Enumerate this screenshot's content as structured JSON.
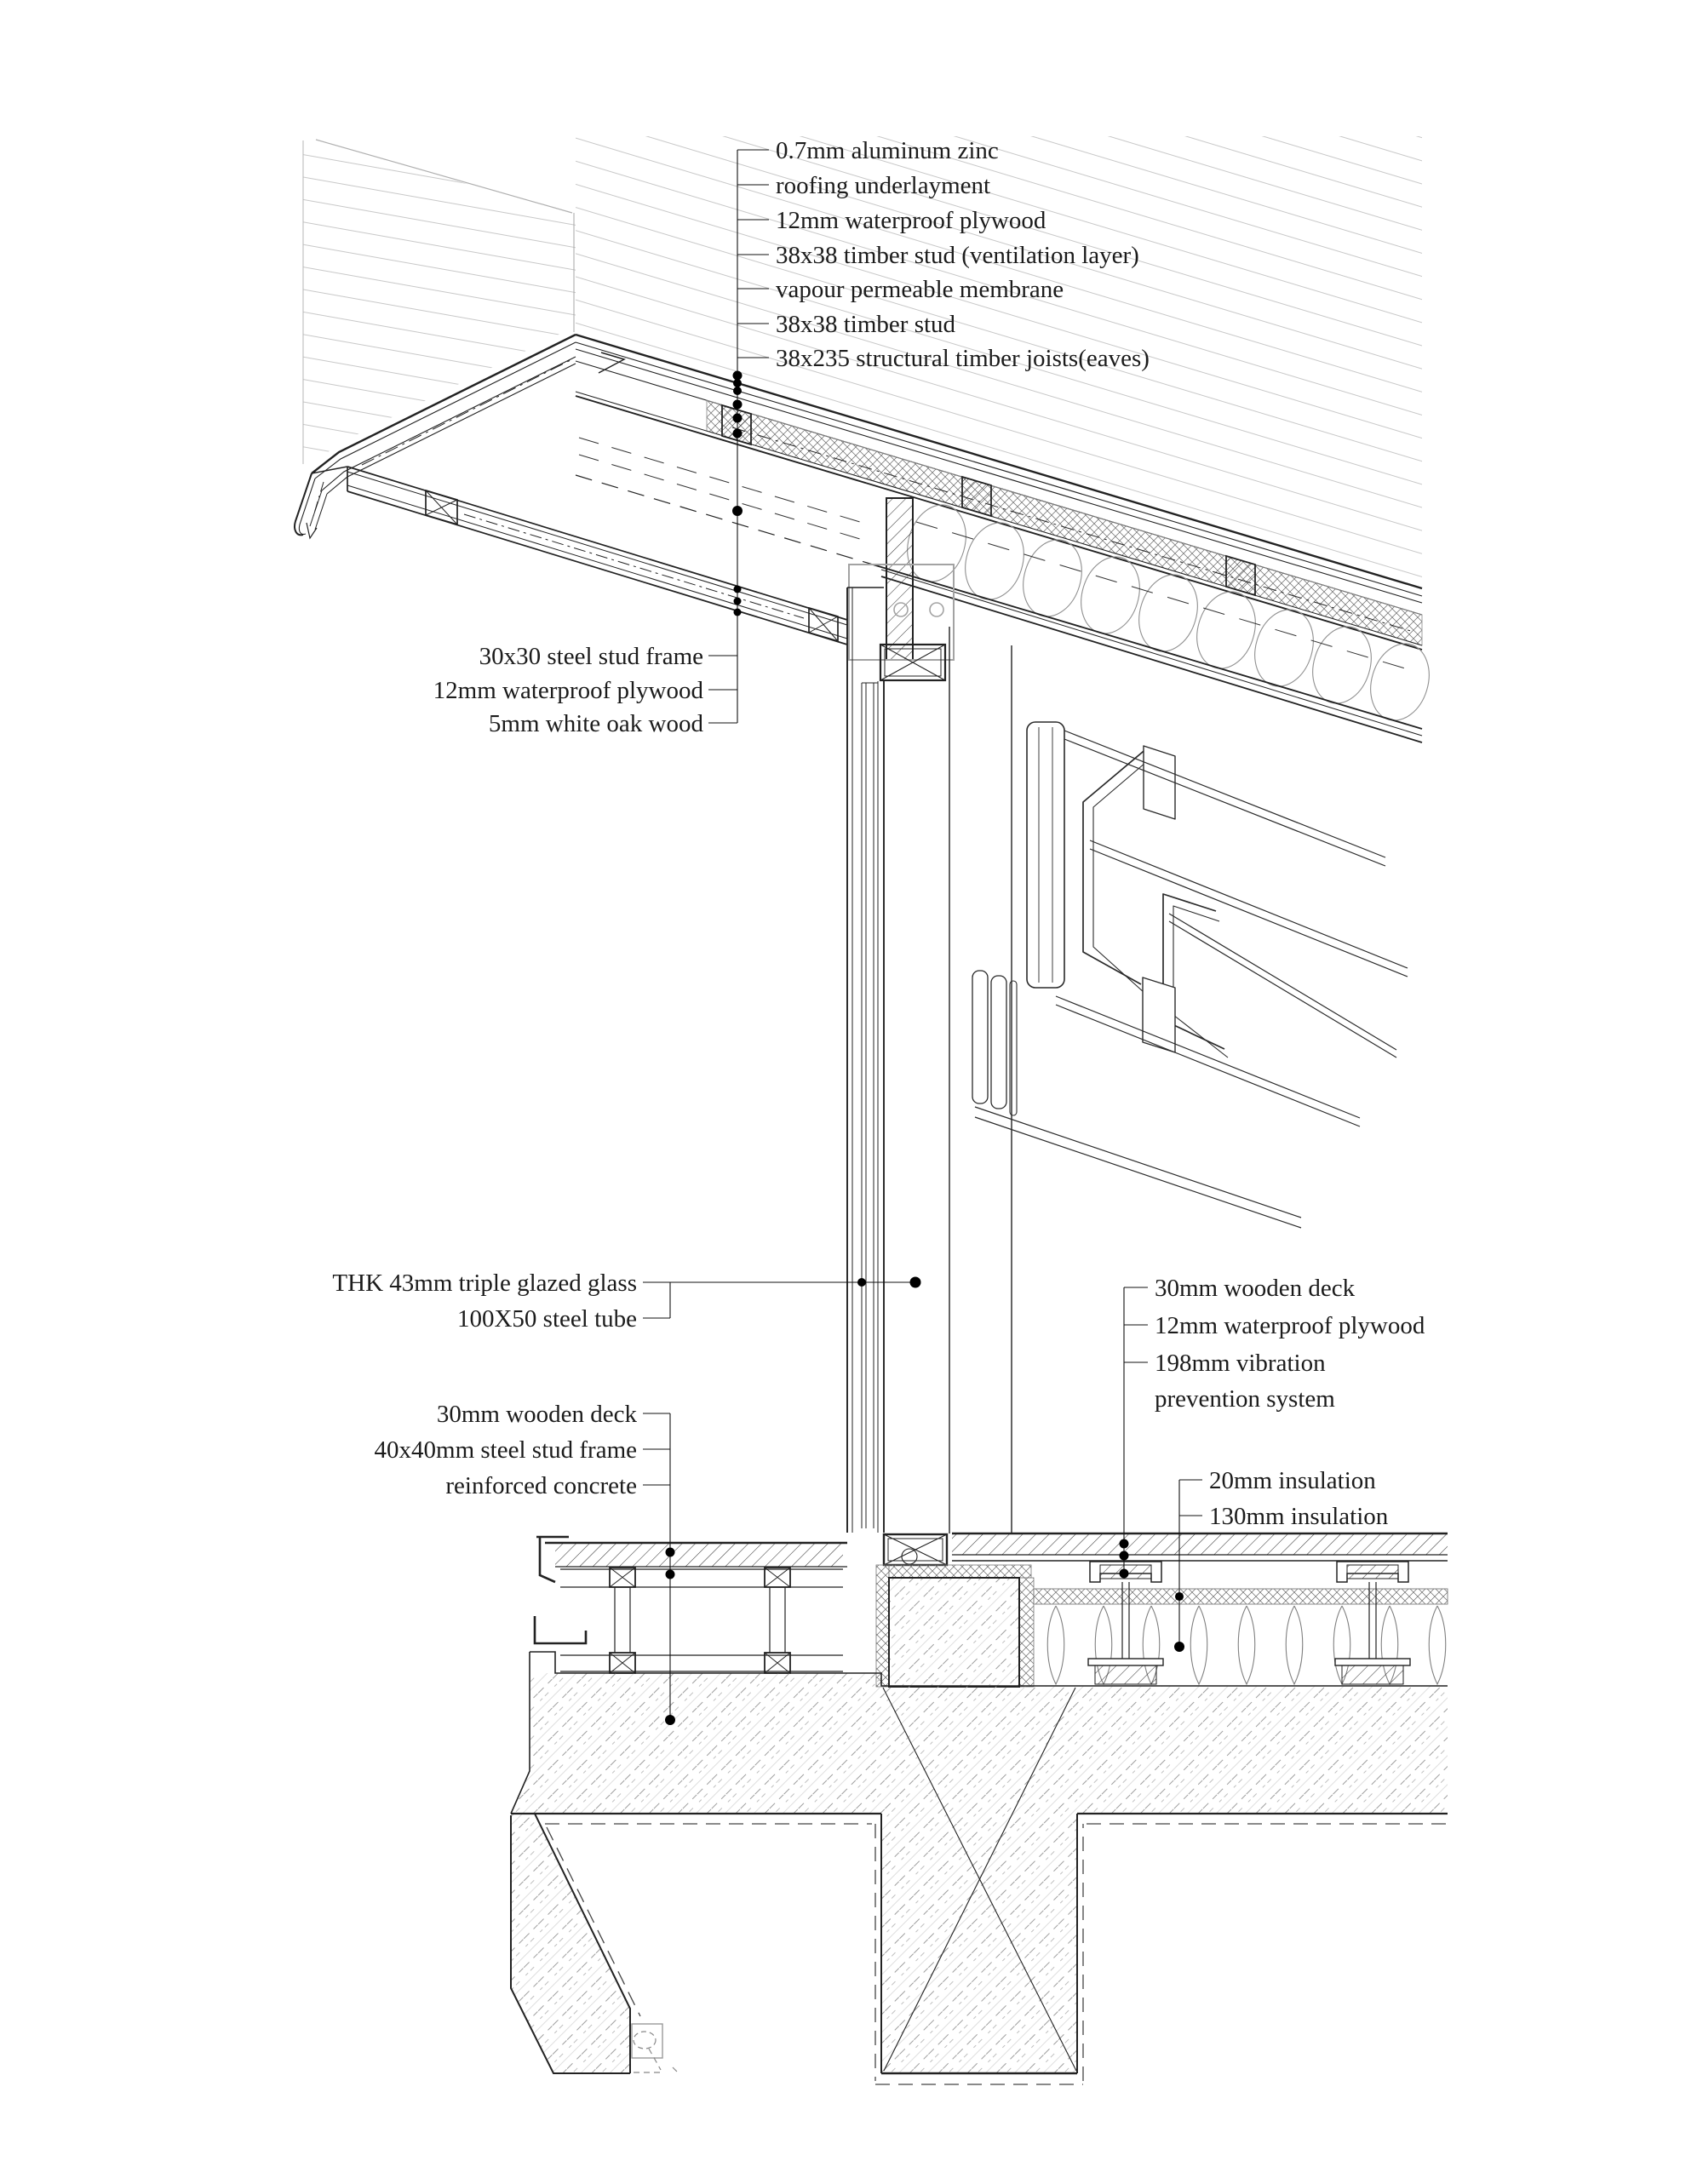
{
  "drawing": {
    "kind": "architectural construction detail section",
    "colors": {
      "ink": "#1f1f1f",
      "hatch_light": "#c8c8c8",
      "hatch_mid": "#9b9b9b",
      "paper": "#ffffff"
    },
    "annotations": {
      "roof": [
        "0.7mm aluminum zinc",
        "roofing underlayment",
        "12mm waterproof plywood",
        "38x38 timber stud (ventilation layer)",
        "vapour permeable membrane",
        "38x38 timber stud",
        "38x235 structural timber joists(eaves)"
      ],
      "eave_soffit": [
        "30x30 steel stud frame",
        "12mm waterproof plywood",
        "5mm white oak wood"
      ],
      "glazing": [
        "THK 43mm triple glazed glass",
        "100X50 steel tube"
      ],
      "terrace": [
        "30mm wooden deck",
        "40x40mm steel stud frame",
        "reinforced concrete"
      ],
      "interior_floor": [
        "30mm wooden deck",
        "12mm waterproof plywood",
        {
          "line1": "198mm vibration",
          "line2": "prevention system"
        }
      ],
      "slab_insulation": [
        "20mm insulation",
        "130mm insulation"
      ]
    }
  }
}
